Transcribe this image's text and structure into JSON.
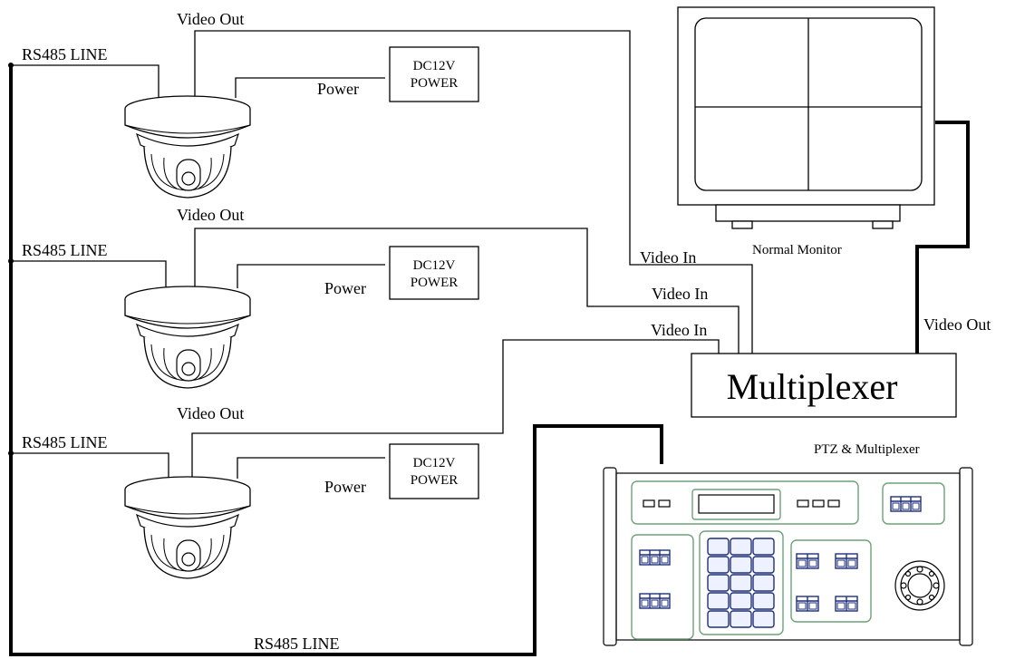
{
  "labels": {
    "video_out": "Video Out",
    "rs485_line": "RS485 LINE",
    "power": "Power",
    "dc12v": "DC12V",
    "power_caps": "POWER",
    "video_in": "Video In",
    "normal_monitor": "Normal Monitor",
    "multiplexer": "Multiplexer",
    "ptz_multiplexer": "PTZ & Multiplexer"
  }
}
